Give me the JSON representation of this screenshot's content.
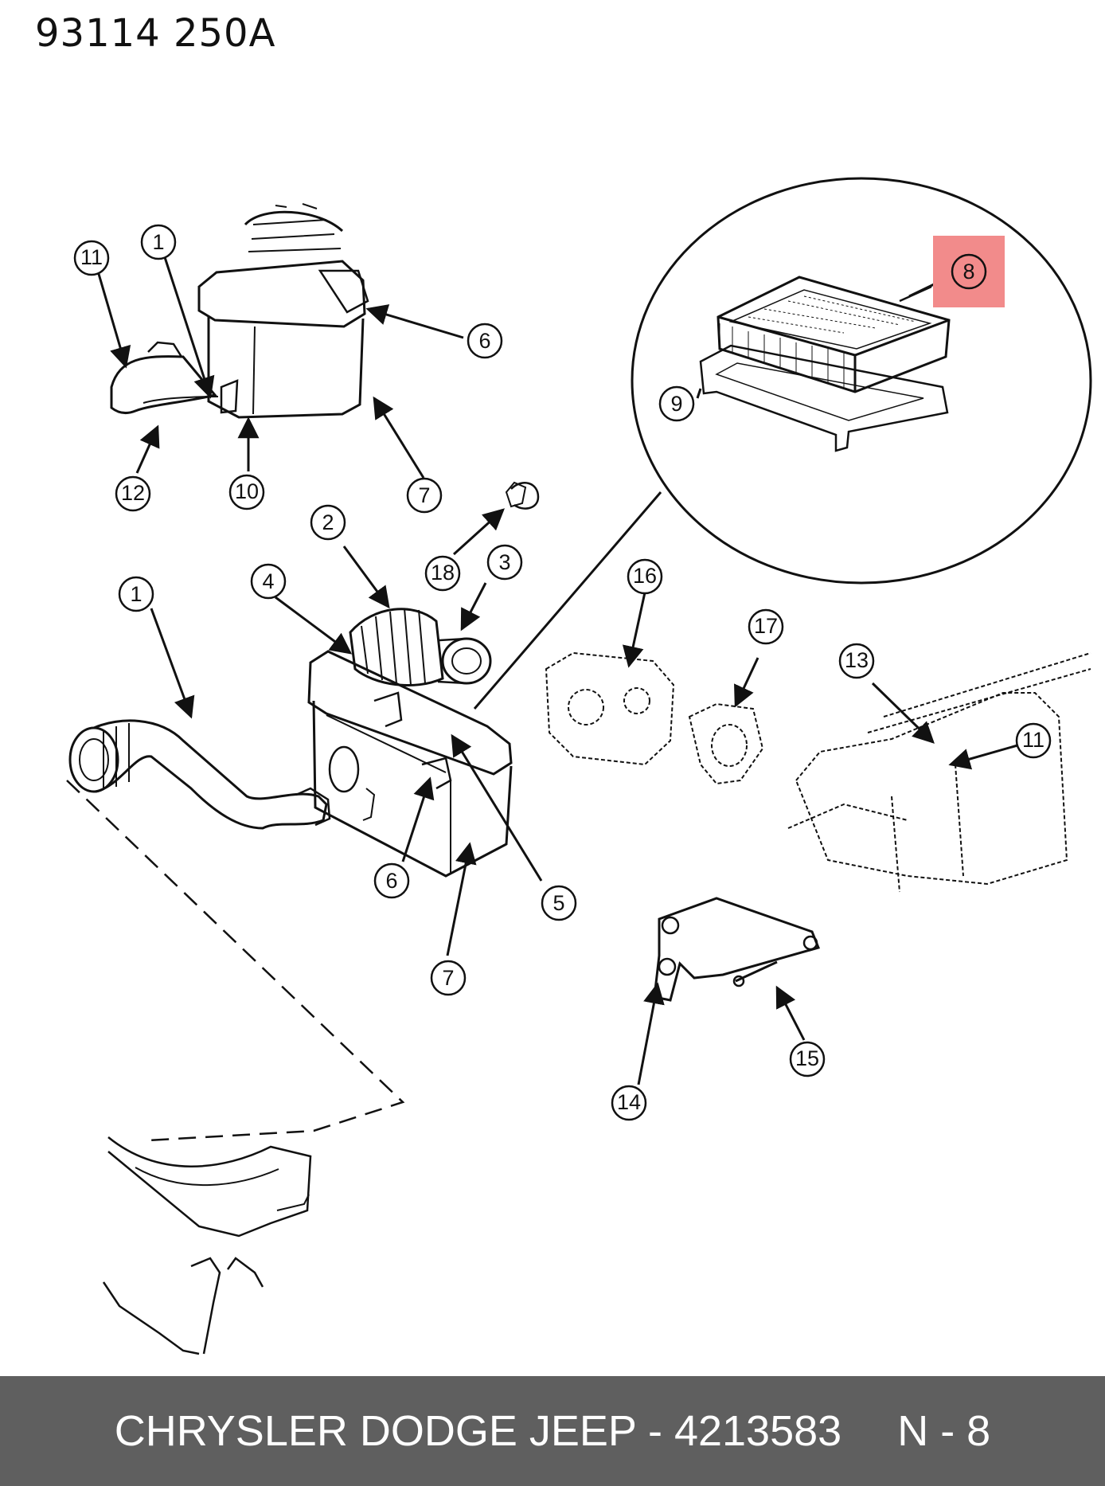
{
  "header": {
    "page_code": "93114 250A"
  },
  "diagram": {
    "callouts": [
      "1",
      "1",
      "2",
      "3",
      "4",
      "5",
      "6",
      "6",
      "7",
      "7",
      "8",
      "9",
      "10",
      "11",
      "11",
      "12",
      "13",
      "14",
      "15",
      "16",
      "17",
      "18"
    ]
  },
  "highlight_color": "#f28b8b",
  "footer": {
    "part_text": "CHRYSLER DODGE JEEP - 4213583",
    "page_ref": "N - 8"
  }
}
